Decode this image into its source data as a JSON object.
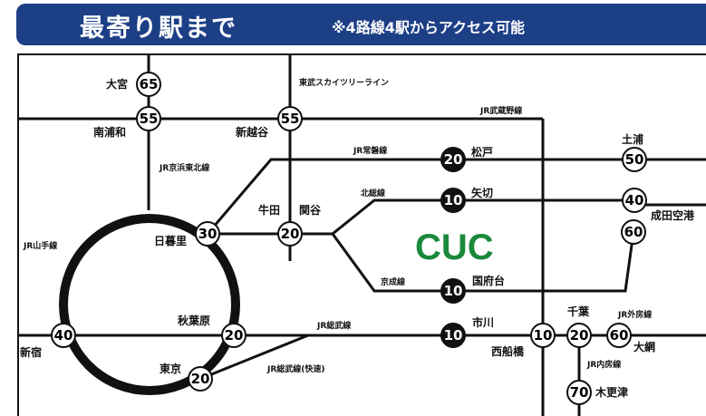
{
  "header": {
    "title": "最寄り駅まで",
    "note": "※4路線4駅からアクセス可能"
  },
  "campus": {
    "name": "CUC",
    "color": "#1a8a3a"
  },
  "lines": {
    "tobu_skytree": "東武スカイツリーライン",
    "jr_musashino": "JR武蔵野線",
    "jr_joban": "JR常磐線",
    "jr_keihin_tohoku": "JR京浜東北線",
    "hokuso": "北総線",
    "yamanote": "JR山手線",
    "keisei": "京成線",
    "jr_sobu": "JR総武線",
    "jr_sobu_rapid": "JR総武線(快速)",
    "jr_sotobo": "JR外房線",
    "jr_uchibo": "JR内房線"
  },
  "stations": {
    "omiya": {
      "name": "大宮",
      "min": "65"
    },
    "minami_urawa": {
      "name": "南浦和",
      "min": "55"
    },
    "shin_koshigaya": {
      "name": "新越谷",
      "min": "55"
    },
    "matsudo": {
      "name": "松戸",
      "min": "20"
    },
    "yagiri": {
      "name": "矢切",
      "min": "10"
    },
    "nippori": {
      "name": "日暮里",
      "min": "30"
    },
    "ushida": {
      "name": "牛田",
      "min": "20"
    },
    "sekiya": {
      "name": "関谷"
    },
    "kokufudai": {
      "name": "国府台",
      "min": "10"
    },
    "tsuchiura": {
      "name": "土浦",
      "min": "50"
    },
    "narita_airport": {
      "name": "成田空港",
      "min": "40",
      "min2": "60"
    },
    "shinjuku": {
      "name": "新宿",
      "min": "40"
    },
    "akihabara": {
      "name": "秋葉原",
      "min": "20"
    },
    "ichikawa": {
      "name": "市川",
      "min": "10"
    },
    "nishi_funabashi": {
      "name": "西船橋",
      "min": "10"
    },
    "chiba": {
      "name": "千葉",
      "min": "20"
    },
    "oami": {
      "name": "大網",
      "min": "60"
    },
    "tokyo": {
      "name": "東京",
      "min": "20"
    },
    "kisarazu": {
      "name": "木更津",
      "min": "70"
    }
  }
}
